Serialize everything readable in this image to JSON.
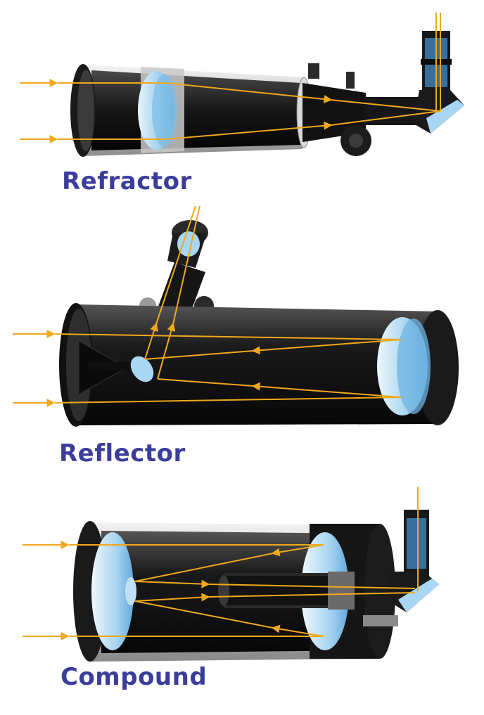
{
  "colors": {
    "label": "#3b3d9b",
    "light_ray": "#f0a81c",
    "tube_dark": "#141414",
    "tube_silver": "#cfcfcf",
    "glass": "#a9d6f2"
  },
  "diagrams": [
    {
      "label": "Refractor",
      "icon": "refractor-telescope-icon"
    },
    {
      "label": "Reflector",
      "icon": "reflector-telescope-icon"
    },
    {
      "label": "Compound",
      "icon": "compound-telescope-icon"
    }
  ]
}
